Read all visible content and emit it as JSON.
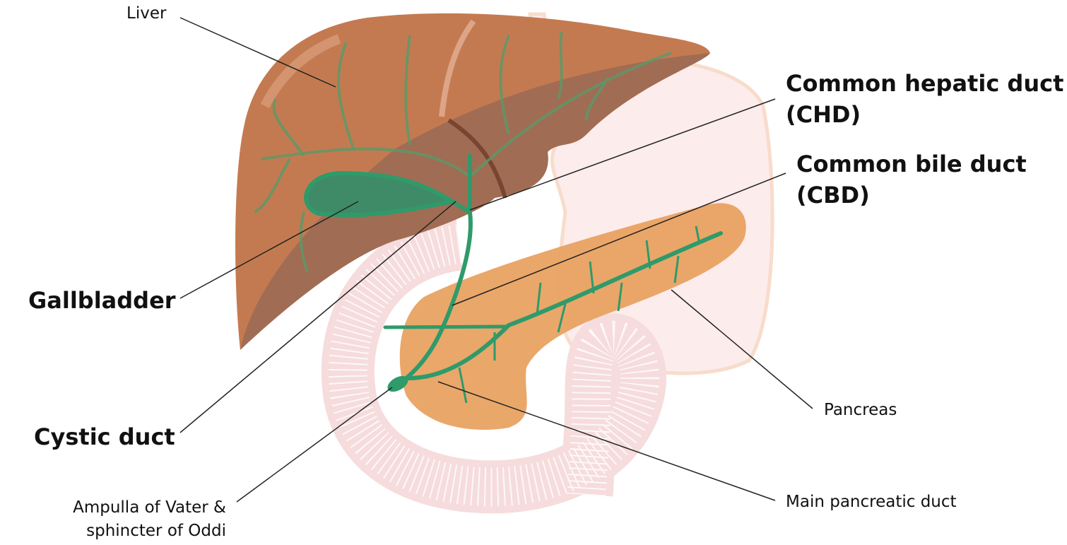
{
  "labels": {
    "liver": "Liver",
    "chd_line1": "Common hepatic duct",
    "chd_line2": "(CHD)",
    "cbd_line1": "Common bile duct",
    "cbd_line2": "(CBD)",
    "gallbladder": "Gallbladder",
    "cystic_duct": "Cystic duct",
    "pancreas": "Pancreas",
    "main_pancreatic_duct": "Main pancreatic duct",
    "ampulla_line1": "Ampulla of Vater &",
    "ampulla_line2": "sphincter of Oddi"
  },
  "colors": {
    "liver": "#c47a50",
    "liver_shadow": "#9b6a55",
    "pancreas": "#e9a262",
    "duct": "#2f9a6a",
    "gallbladder": "#3f8b68",
    "stomach": "#fcecec",
    "duodenum": "#f6dcdc"
  }
}
